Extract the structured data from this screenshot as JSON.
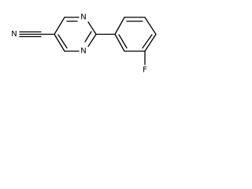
{
  "molecule": {
    "atoms": {
      "nitrile_n": "N",
      "ring_n_top": "N",
      "ring_n_bottom": "N",
      "fluorine": "F"
    }
  }
}
